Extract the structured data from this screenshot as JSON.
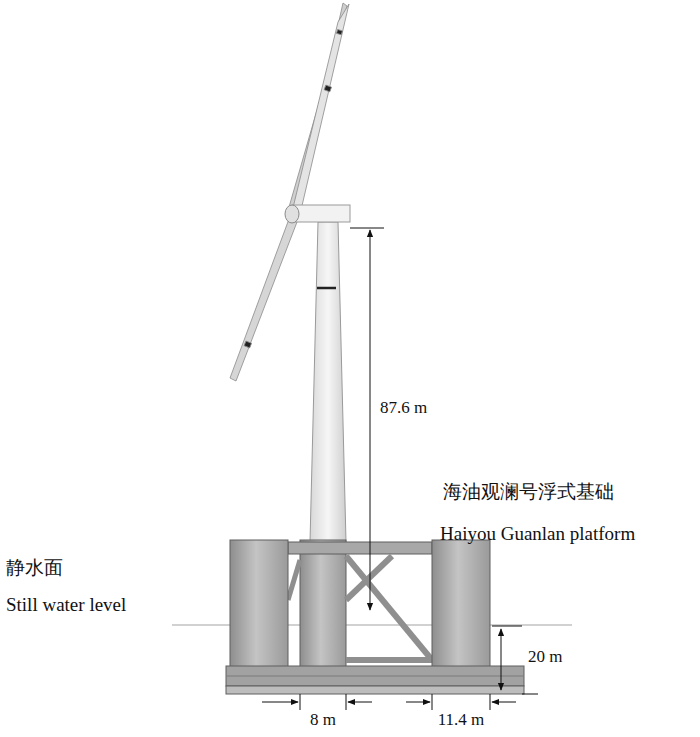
{
  "diagram": {
    "labels": [
      "87.6 m",
      "海油观澜号浮式基础",
      "Haiyou Guanlan platform",
      "静水面",
      "Still water level",
      "20 m",
      "8 m",
      "11.4 m"
    ]
  }
}
